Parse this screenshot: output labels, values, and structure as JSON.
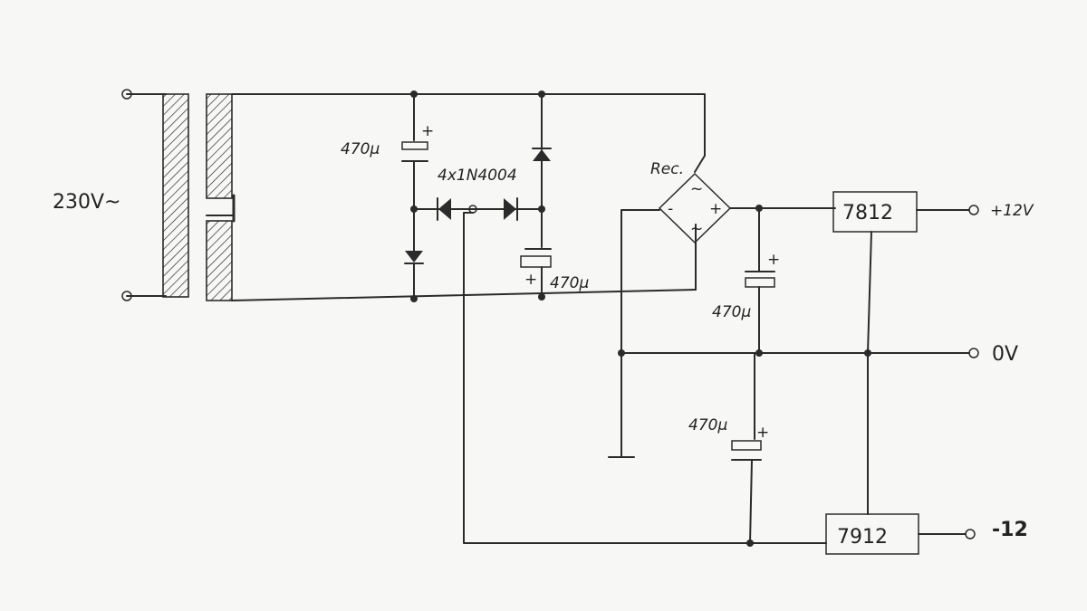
{
  "diagram": {
    "input_voltage": "230V~",
    "diode_label": "4x1N4004",
    "rectifier_label": "Rec.",
    "rectifier_ac_top": "~",
    "rectifier_ac_bottom": "~",
    "rectifier_minus": "-",
    "rectifier_plus": "+",
    "cap1_label": "470µ",
    "cap2_label": "470µ",
    "cap3_label": "470µ",
    "cap4_label": "470µ",
    "cap_plus": "+",
    "reg_positive": "7812",
    "reg_negative": "7912",
    "out_positive": "+12V",
    "out_ground": "0V",
    "out_negative": "-12"
  }
}
